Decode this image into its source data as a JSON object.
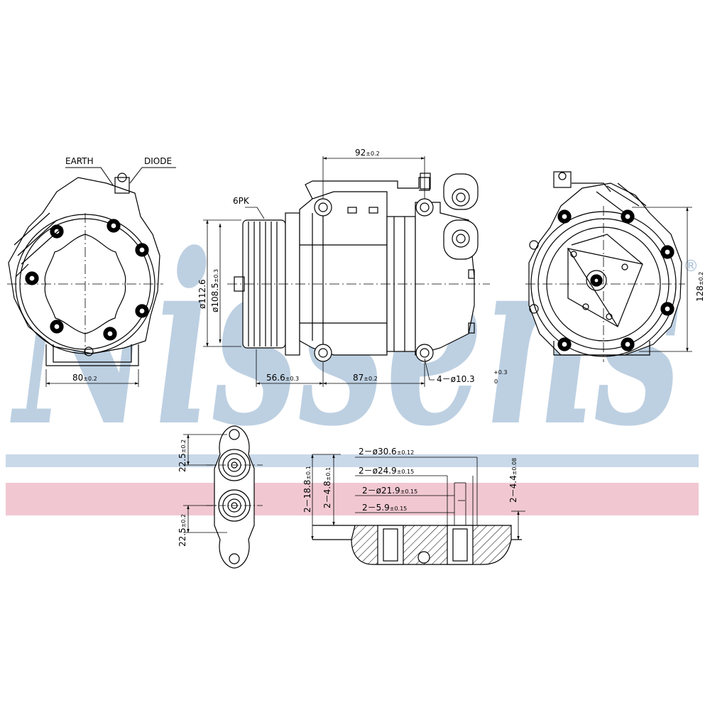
{
  "watermark": {
    "text": "Nissens",
    "mark": "®",
    "color": "#9db7cf",
    "band_top_color": "#b9cde3",
    "band_bottom_color": "#e9b7c3"
  },
  "labels": {
    "earth": "EARTH",
    "diode": "DIODE",
    "pk": "6PK"
  },
  "dimensions": {
    "width_left": "80",
    "width_left_tol": "±0.2",
    "top_mount": "92",
    "top_mount_tol": "±0.2",
    "dia_outer": "ø112.6",
    "dia_pulley": "ø108.5",
    "dia_pulley_tol": "±0.3",
    "pulley_offset": "56.6",
    "pulley_offset_tol": "±0.3",
    "mount_spacing": "87",
    "mount_spacing_tol": "±0.2",
    "holes": "4－ø10.3",
    "holes_tol_plus": "+0.3",
    "holes_tol_minus": "0",
    "height_right": "128",
    "height_right_tol": "±0.2",
    "port_pitch_1": "22.5",
    "port_pitch_1_tol": "±0.2",
    "port_pitch_2": "22.5",
    "port_pitch_2_tol": "±0.2",
    "port_d1": "2－ø30.6",
    "port_d1_tol": "±0.12",
    "port_d2": "2－ø24.9",
    "port_d2_tol": "±0.15",
    "port_d3": "2－ø21.9",
    "port_d3_tol": "±0.15",
    "port_d4": "2－5.9",
    "port_d4_tol": "±0.15",
    "depth_1": "2－18.8",
    "depth_1_tol": "±0.1",
    "depth_2": "2－4.8",
    "depth_2_tol": "±0.1",
    "depth_3": "2－4.4",
    "depth_3_tol": "±0.08"
  }
}
